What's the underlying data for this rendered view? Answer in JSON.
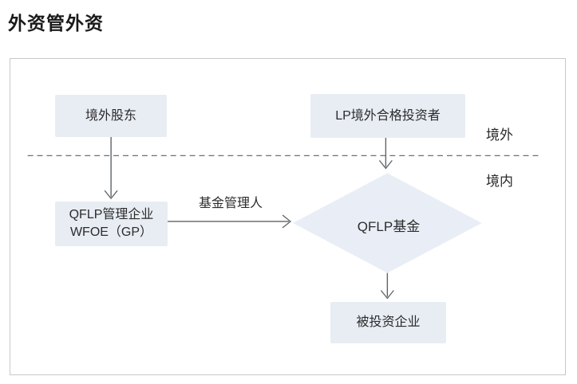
{
  "page": {
    "title": "外资管外资"
  },
  "diagram": {
    "region_labels": {
      "overseas": "境外",
      "domestic": "境内"
    },
    "nodes": {
      "overseas_shareholder": {
        "label": "境外股东"
      },
      "lp_investor": {
        "label": "LP境外合格投资者"
      },
      "qflp_manager": {
        "line1": "QFLP管理企业",
        "line2": "WFOE（GP）"
      },
      "qflp_fund": {
        "label": "QFLP基金"
      },
      "investee": {
        "label": "被投资企业"
      }
    },
    "edge_labels": {
      "fund_manager": "基金管理人"
    }
  },
  "colors": {
    "node_fill": "#e8edf4",
    "diamond_fill": "#e9eef6",
    "arrow": "#5f6368",
    "dash": "#707070",
    "panel_border": "#c8c8c8",
    "text": "#2b2b2b",
    "title": "#1a1a1a"
  }
}
